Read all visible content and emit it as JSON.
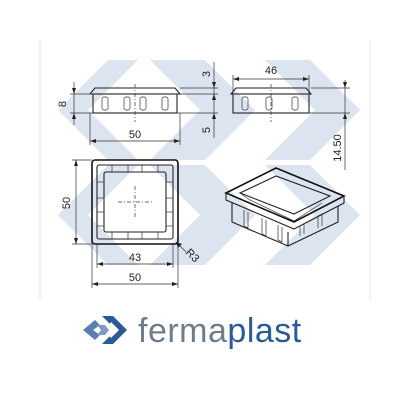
{
  "colors": {
    "watermark": "#cfd9ea",
    "line": "#222222",
    "brand_gray": "#6d7d8c",
    "brand_blue": "#2b5b96"
  },
  "dimensions": {
    "front_width": "50",
    "front_height": "8",
    "front_top": "3",
    "front_bottom": "5",
    "side_width": "46",
    "side_height": "14.50",
    "top_height": "50",
    "top_inner_width": "43",
    "top_outer_width": "50",
    "corner_radius": "R3"
  },
  "logo": {
    "icon_name": "fermaplast-diamond-logo-icon",
    "word_part1": "ferma",
    "word_part2": "plast"
  }
}
